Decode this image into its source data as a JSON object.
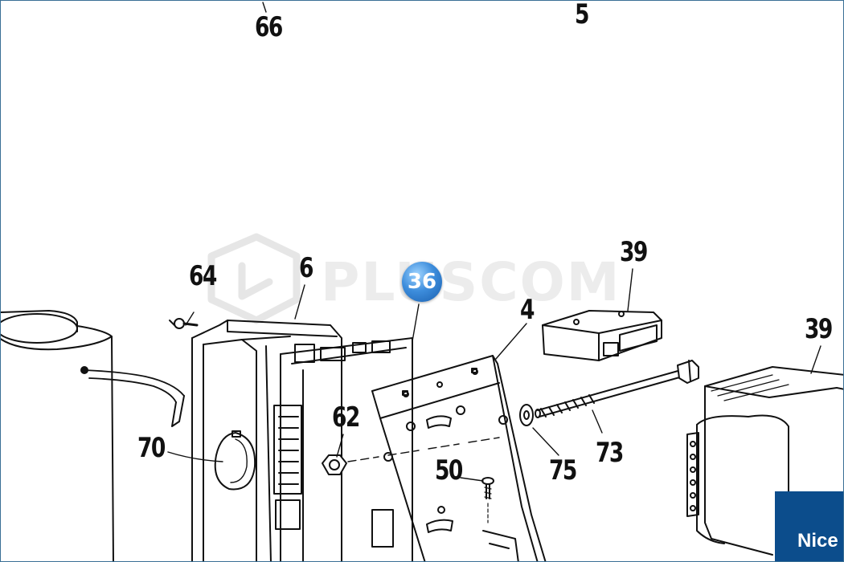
{
  "watermark": {
    "text": "PLUSCOM"
  },
  "hotspot": {
    "label": "36",
    "color": "#2f7fd1"
  },
  "brand": {
    "text": "Nice",
    "color": "#0c4d8c"
  },
  "part_labels": {
    "p66": "66",
    "p5": "5",
    "p64": "64",
    "p6": "6",
    "p39a": "39",
    "p4": "4",
    "p39b": "39",
    "p62": "62",
    "p70": "70",
    "p50": "50",
    "p75": "75",
    "p73": "73"
  }
}
